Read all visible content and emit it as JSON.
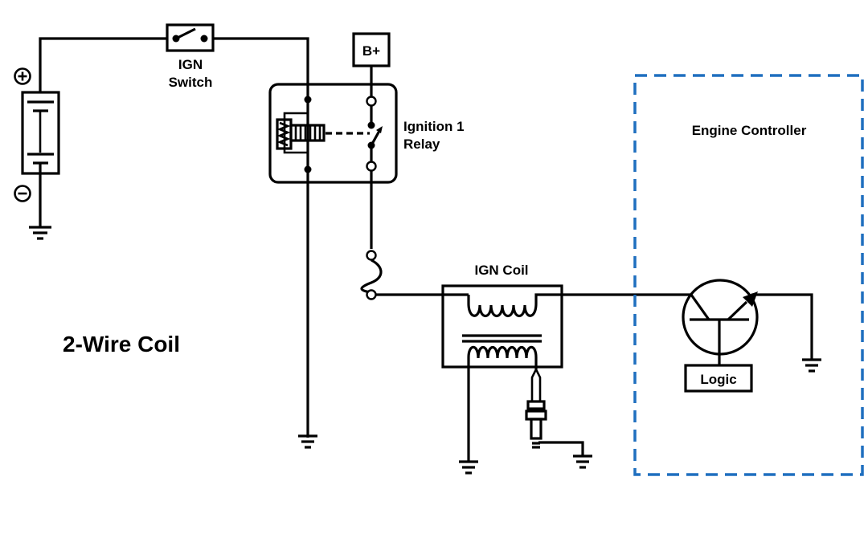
{
  "diagram": {
    "title": "2-Wire Coil",
    "components": {
      "battery": {
        "name": "Battery",
        "positive_symbol": "+",
        "negative_symbol": "−"
      },
      "ign_switch": {
        "label_line1": "IGN",
        "label_line2": "Switch"
      },
      "b_plus": {
        "label": "B+"
      },
      "relay": {
        "label_line1": "Ignition 1",
        "label_line2": "Relay"
      },
      "ign_coil": {
        "label": "IGN Coil"
      },
      "engine_controller": {
        "label": "Engine Controller",
        "border_color": "#1f6fbf"
      },
      "logic": {
        "label": "Logic"
      }
    },
    "colors": {
      "wire": "#000000",
      "controller_border": "#1f6fbf",
      "background": "#ffffff"
    }
  }
}
